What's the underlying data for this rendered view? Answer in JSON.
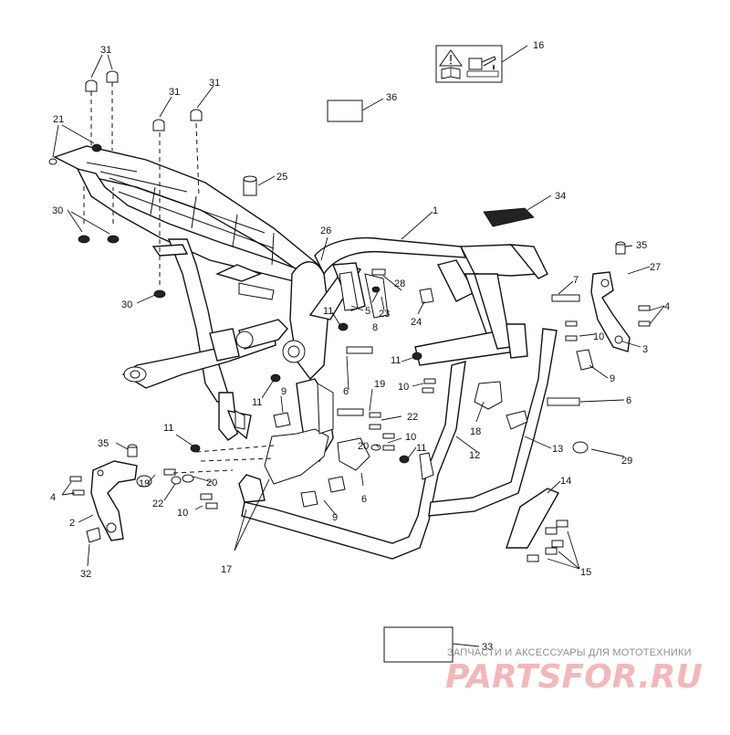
{
  "diagram": {
    "callouts": {
      "c1": "1",
      "c2": "2",
      "c3": "3",
      "c4a": "4",
      "c4b": "4",
      "c5": "5",
      "c6a": "6",
      "c6b": "6",
      "c6c": "6",
      "c7": "7",
      "c8": "8",
      "c9a": "9",
      "c9b": "9",
      "c9c": "9",
      "c10a": "10",
      "c10b": "10",
      "c10c": "10",
      "c10d": "10",
      "c11a": "11",
      "c11b": "11",
      "c11c": "11",
      "c11d": "11",
      "c11e": "11",
      "c12": "12",
      "c13": "13",
      "c14": "14",
      "c15": "15",
      "c16": "16",
      "c17": "17",
      "c18": "18",
      "c19a": "19",
      "c19b": "19",
      "c20a": "20",
      "c20b": "20",
      "c21": "21",
      "c22a": "22",
      "c22b": "22",
      "c23": "23",
      "c24": "24",
      "c25": "25",
      "c26": "26",
      "c27": "27",
      "c28": "28",
      "c29": "29",
      "c30a": "30",
      "c30b": "30",
      "c31a": "31",
      "c31b": "31",
      "c31c": "31",
      "c32": "32",
      "c33": "33",
      "c34": "34",
      "c35a": "35",
      "c35b": "35",
      "c36": "36"
    },
    "icons": [
      "warning-triangle-icon",
      "manual-book-icon",
      "oil-can-icon"
    ]
  },
  "watermark": {
    "caption": "ЗАПЧАСТИ И АКСЕССУАРЫ ДЛЯ МОТОТЕХНИКИ",
    "logo": "PARTSFOR.RU",
    "color": "#f1b8bb"
  }
}
